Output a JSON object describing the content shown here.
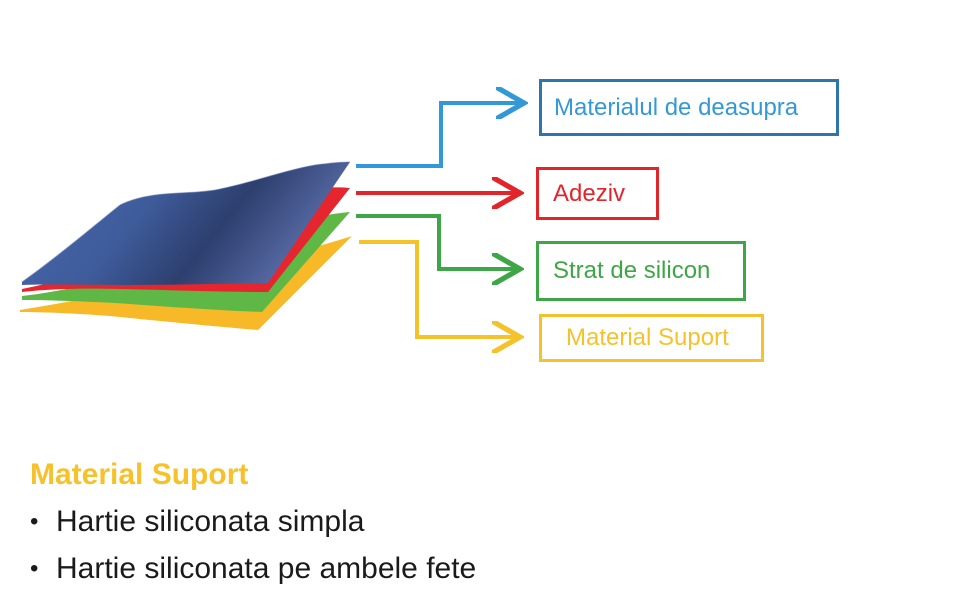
{
  "layers": [
    {
      "key": "top",
      "label": "Materialul de deasupra",
      "color": "#3399d6",
      "border_color": "#2e75a9",
      "layer_color": "#4b5c96"
    },
    {
      "key": "adhesive",
      "label": "Adeziv",
      "color": "#e2242b",
      "border_color": "#e2242b",
      "layer_color": "#e5262f"
    },
    {
      "key": "silicon",
      "label": "Strat de silicon",
      "color": "#3ea646",
      "border_color": "#3ea646",
      "layer_color": "#5fb846"
    },
    {
      "key": "support",
      "label": "Material Suport",
      "color": "#f6c22b",
      "border_color": "#f6c22b",
      "layer_color": "#f8b929"
    }
  ],
  "section": {
    "title": "Material Suport",
    "title_color": "#f6c22b",
    "bullet_symbol": "•",
    "items": [
      "Hartie siliconata simpla",
      "Hartie siliconata pe ambele fete"
    ]
  }
}
